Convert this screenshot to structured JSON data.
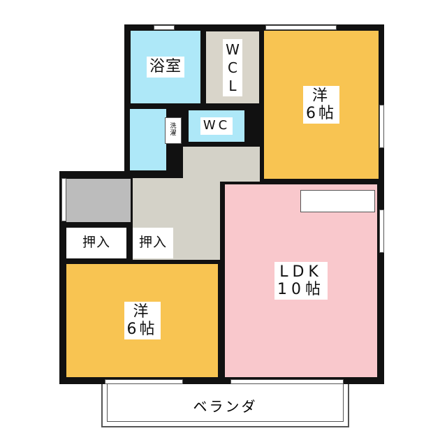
{
  "rooms": {
    "bath": "浴室",
    "wcl": "W\nC\nL",
    "wc": "WC",
    "laundry": "洗\n濯",
    "western_top": "洋\n6帖",
    "western_bottom": "洋\n6帖",
    "ldk": "LDK\n10帖",
    "closet_left": "押入",
    "closet_right": "押入",
    "balcony": "ベランダ"
  },
  "colors": {
    "wet": "#aee8f8",
    "western": "#f8c452",
    "ldk": "#f9c8cc",
    "storage": "#d9d5ca",
    "hall": "#d4d2c8"
  }
}
